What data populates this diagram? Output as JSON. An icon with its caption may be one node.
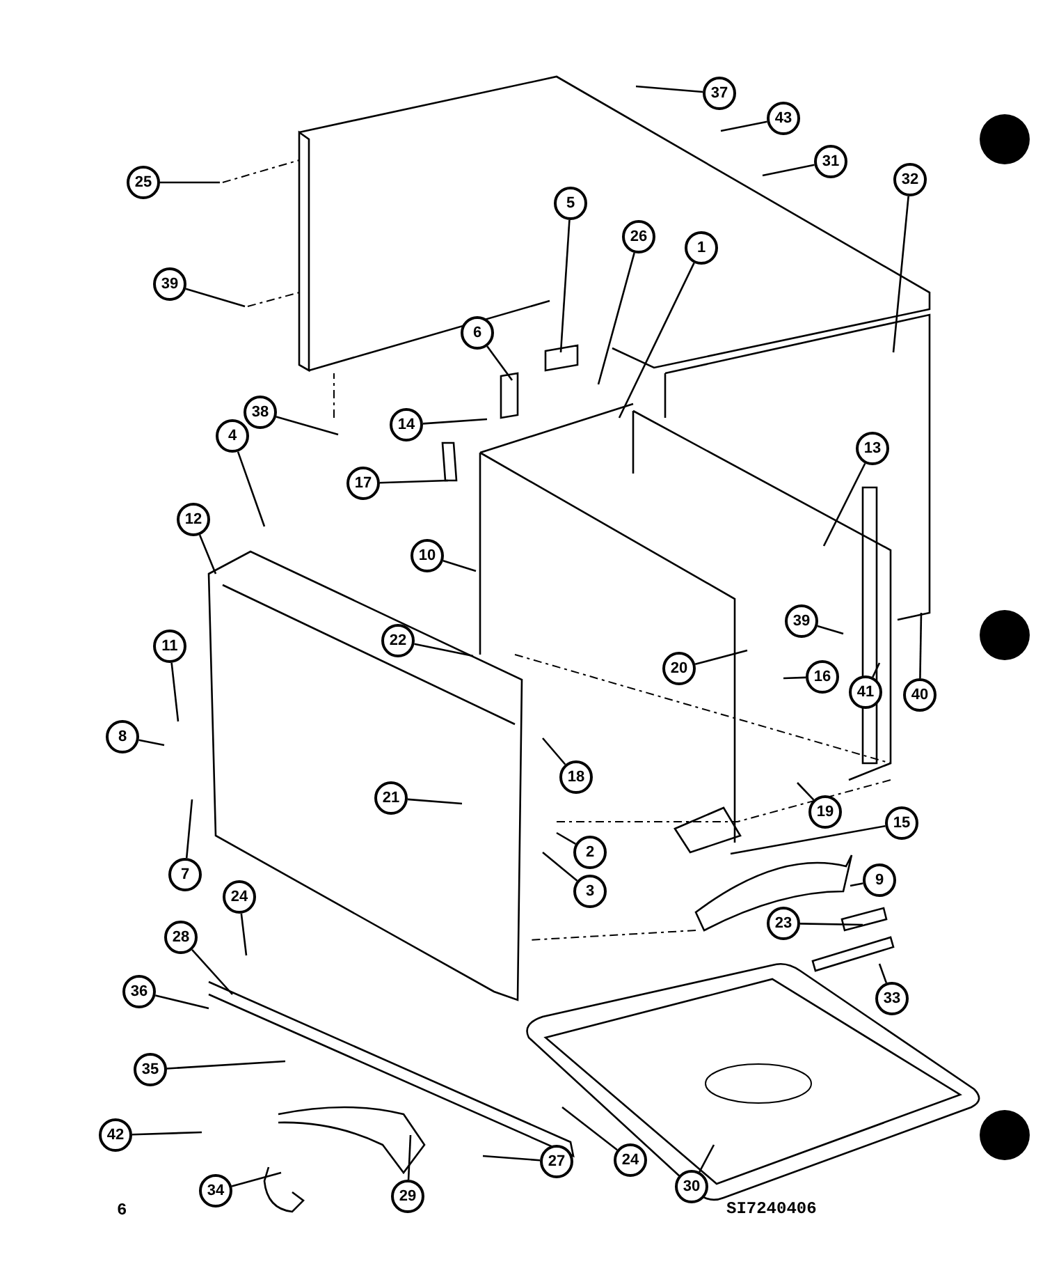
{
  "diagram": {
    "nodes": [
      {
        "text": [
          "37"
        ]
      },
      {
        "text": [
          "43"
        ]
      },
      {
        "text": [
          "31"
        ]
      },
      {
        "text": [
          "32"
        ]
      },
      {
        "text": [
          "25"
        ]
      },
      {
        "text": [
          "5"
        ]
      },
      {
        "text": [
          "26"
        ]
      },
      {
        "text": [
          "1"
        ]
      },
      {
        "text": [
          "39"
        ]
      },
      {
        "text": [
          "6"
        ]
      },
      {
        "text": [
          "38"
        ]
      },
      {
        "text": [
          "14"
        ]
      },
      {
        "text": [
          "4"
        ]
      },
      {
        "text": [
          "17"
        ]
      },
      {
        "text": [
          "13"
        ]
      },
      {
        "text": [
          "12"
        ]
      },
      {
        "text": [
          "10"
        ]
      },
      {
        "text": [
          "22"
        ]
      },
      {
        "text": [
          "39"
        ]
      },
      {
        "text": [
          "20"
        ]
      },
      {
        "text": [
          "16"
        ]
      },
      {
        "text": [
          "41"
        ]
      },
      {
        "text": [
          "40"
        ]
      },
      {
        "text": [
          "11"
        ]
      },
      {
        "text": [
          "18"
        ]
      },
      {
        "text": [
          "8"
        ]
      },
      {
        "text": [
          "21"
        ]
      },
      {
        "text": [
          "2"
        ]
      },
      {
        "text": [
          "3"
        ]
      },
      {
        "text": [
          "7"
        ]
      },
      {
        "text": [
          "19"
        ]
      },
      {
        "text": [
          "15"
        ]
      },
      {
        "text": [
          "9"
        ]
      },
      {
        "text": [
          "23"
        ]
      },
      {
        "text": [
          "33"
        ]
      },
      {
        "text": [
          "24"
        ]
      },
      {
        "text": [
          "28"
        ]
      },
      {
        "text": [
          "36"
        ]
      },
      {
        "text": [
          "35"
        ]
      },
      {
        "text": [
          "42"
        ]
      },
      {
        "text": [
          "27"
        ]
      },
      {
        "text": [
          "24"
        ]
      },
      {
        "text": [
          "30"
        ]
      },
      {
        "text": [
          "34"
        ]
      },
      {
        "text": [
          "29"
        ]
      }
    ],
    "edges": [
      {
        "from": 0,
        "to": null,
        "arrow": "none"
      },
      {
        "from": 1,
        "to": null,
        "arrow": "none"
      },
      {
        "from": 2,
        "to": null,
        "arrow": "none"
      },
      {
        "from": 3,
        "to": null,
        "arrow": "none"
      },
      {
        "from": 4,
        "to": null,
        "arrow": "none"
      },
      {
        "from": 5,
        "to": null,
        "arrow": "none"
      },
      {
        "from": 6,
        "to": null,
        "arrow": "none"
      },
      {
        "from": 7,
        "to": null,
        "arrow": "none"
      },
      {
        "from": 8,
        "to": null,
        "arrow": "none"
      },
      {
        "from": 9,
        "to": null,
        "arrow": "none"
      },
      {
        "from": 10,
        "to": null,
        "arrow": "none"
      },
      {
        "from": 11,
        "to": null,
        "arrow": "none"
      },
      {
        "from": 12,
        "to": null,
        "arrow": "none"
      },
      {
        "from": 13,
        "to": null,
        "arrow": "none"
      },
      {
        "from": 14,
        "to": null,
        "arrow": "none"
      },
      {
        "from": 15,
        "to": null,
        "arrow": "none"
      },
      {
        "from": 16,
        "to": null,
        "arrow": "none"
      },
      {
        "from": 17,
        "to": null,
        "arrow": "none"
      },
      {
        "from": 18,
        "to": null,
        "arrow": "none"
      },
      {
        "from": 19,
        "to": null,
        "arrow": "none"
      },
      {
        "from": 20,
        "to": null,
        "arrow": "none"
      },
      {
        "from": 21,
        "to": null,
        "arrow": "none"
      },
      {
        "from": 22,
        "to": null,
        "arrow": "none"
      },
      {
        "from": 23,
        "to": null,
        "arrow": "none"
      },
      {
        "from": 24,
        "to": null,
        "arrow": "none"
      },
      {
        "from": 25,
        "to": null,
        "arrow": "none"
      },
      {
        "from": 26,
        "to": null,
        "arrow": "none"
      },
      {
        "from": 27,
        "to": null,
        "arrow": "none"
      },
      {
        "from": 28,
        "to": null,
        "arrow": "none"
      },
      {
        "from": 29,
        "to": null,
        "arrow": "none"
      },
      {
        "from": 30,
        "to": null,
        "arrow": "none"
      },
      {
        "from": 31,
        "to": null,
        "arrow": "none"
      },
      {
        "from": 32,
        "to": null,
        "arrow": "none"
      },
      {
        "from": 33,
        "to": null,
        "arrow": "none"
      },
      {
        "from": 34,
        "to": null,
        "arrow": "none"
      },
      {
        "from": 35,
        "to": null,
        "arrow": "none"
      },
      {
        "from": 36,
        "to": null,
        "arrow": "none"
      },
      {
        "from": 37,
        "to": null,
        "arrow": "none"
      },
      {
        "from": 38,
        "to": null,
        "arrow": "none"
      },
      {
        "from": 39,
        "to": null,
        "arrow": "none"
      },
      {
        "from": 40,
        "to": null,
        "arrow": "none"
      },
      {
        "from": 41,
        "to": null,
        "arrow": "none"
      },
      {
        "from": 42,
        "to": null,
        "arrow": "none"
      },
      {
        "from": 43,
        "to": null,
        "arrow": "none"
      },
      {
        "from": 44,
        "to": null,
        "arrow": "none"
      }
    ],
    "labels": [
      "6",
      "SI7240406"
    ]
  }
}
